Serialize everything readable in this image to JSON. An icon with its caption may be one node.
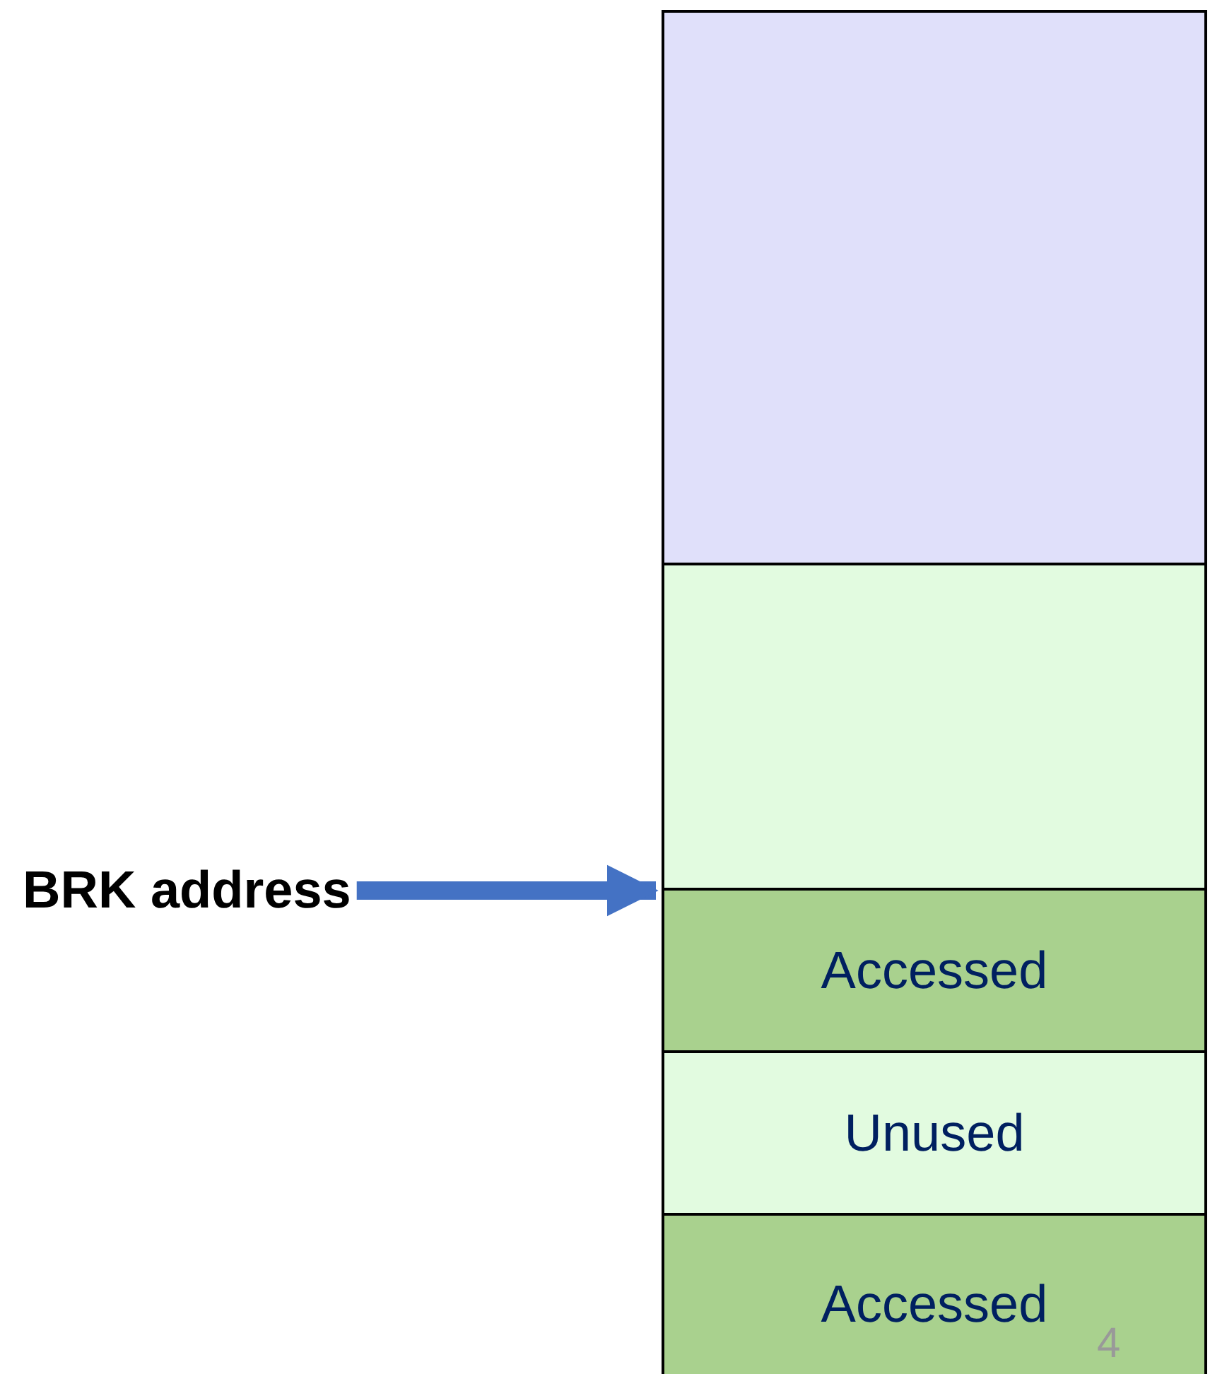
{
  "diagram": {
    "nodes": [
      {
        "text": [],
        "shape": "box"
      },
      {
        "text": [],
        "shape": "box"
      },
      {
        "text": [
          "Accessed"
        ]
      },
      {
        "text": [
          "Unused"
        ]
      },
      {
        "text": [
          "Accessed"
        ]
      },
      {
        "text": [
          "BRK address"
        ]
      }
    ],
    "edges": [
      {
        "from": 5,
        "to": 2,
        "arrow": "to"
      }
    ],
    "labels": [
      "4"
    ]
  }
}
